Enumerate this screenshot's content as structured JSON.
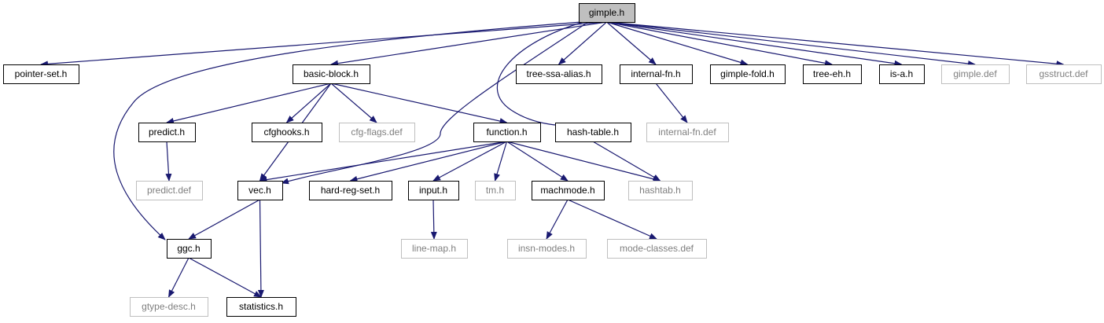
{
  "colors": {
    "edge": "#191970",
    "root_fill": "#bfbfbf",
    "node_border": "#000000",
    "ghost_border": "#bfbfbf",
    "ghost_text": "#7f7f7f"
  },
  "nodes": [
    {
      "id": "gimple_h",
      "label": "gimple.h",
      "style": "root"
    },
    {
      "id": "pointer_set_h",
      "label": "pointer-set.h",
      "style": "normal"
    },
    {
      "id": "basic_block_h",
      "label": "basic-block.h",
      "style": "normal"
    },
    {
      "id": "tree_ssa_alias_h",
      "label": "tree-ssa-alias.h",
      "style": "normal"
    },
    {
      "id": "internal_fn_h",
      "label": "internal-fn.h",
      "style": "normal"
    },
    {
      "id": "gimple_fold_h",
      "label": "gimple-fold.h",
      "style": "normal"
    },
    {
      "id": "tree_eh_h",
      "label": "tree-eh.h",
      "style": "normal"
    },
    {
      "id": "is_a_h",
      "label": "is-a.h",
      "style": "normal"
    },
    {
      "id": "gimple_def",
      "label": "gimple.def",
      "style": "ghost"
    },
    {
      "id": "gsstruct_def",
      "label": "gsstruct.def",
      "style": "ghost"
    },
    {
      "id": "predict_h",
      "label": "predict.h",
      "style": "normal"
    },
    {
      "id": "cfghooks_h",
      "label": "cfghooks.h",
      "style": "normal"
    },
    {
      "id": "cfg_flags_def",
      "label": "cfg-flags.def",
      "style": "ghost"
    },
    {
      "id": "function_h",
      "label": "function.h",
      "style": "normal"
    },
    {
      "id": "hash_table_h",
      "label": "hash-table.h",
      "style": "normal"
    },
    {
      "id": "internal_fn_def",
      "label": "internal-fn.def",
      "style": "ghost"
    },
    {
      "id": "predict_def",
      "label": "predict.def",
      "style": "ghost"
    },
    {
      "id": "vec_h",
      "label": "vec.h",
      "style": "normal"
    },
    {
      "id": "hard_reg_set_h",
      "label": "hard-reg-set.h",
      "style": "normal"
    },
    {
      "id": "input_h",
      "label": "input.h",
      "style": "normal"
    },
    {
      "id": "tm_h",
      "label": "tm.h",
      "style": "ghost"
    },
    {
      "id": "machmode_h",
      "label": "machmode.h",
      "style": "normal"
    },
    {
      "id": "hashtab_h",
      "label": "hashtab.h",
      "style": "ghost"
    },
    {
      "id": "ggc_h",
      "label": "ggc.h",
      "style": "normal"
    },
    {
      "id": "line_map_h",
      "label": "line-map.h",
      "style": "ghost"
    },
    {
      "id": "insn_modes_h",
      "label": "insn-modes.h",
      "style": "ghost"
    },
    {
      "id": "mode_classes_def",
      "label": "mode-classes.def",
      "style": "ghost"
    },
    {
      "id": "gtype_desc_h",
      "label": "gtype-desc.h",
      "style": "ghost"
    },
    {
      "id": "statistics_h",
      "label": "statistics.h",
      "style": "normal"
    }
  ],
  "edges": [
    [
      "gimple_h",
      "pointer_set_h"
    ],
    [
      "gimple_h",
      "basic_block_h"
    ],
    [
      "gimple_h",
      "tree_ssa_alias_h"
    ],
    [
      "gimple_h",
      "internal_fn_h"
    ],
    [
      "gimple_h",
      "gimple_fold_h"
    ],
    [
      "gimple_h",
      "tree_eh_h"
    ],
    [
      "gimple_h",
      "is_a_h"
    ],
    [
      "gimple_h",
      "gimple_def"
    ],
    [
      "gimple_h",
      "gsstruct_def"
    ],
    [
      "gimple_h",
      "hash_table_h"
    ],
    [
      "gimple_h",
      "vec_h"
    ],
    [
      "gimple_h",
      "ggc_h"
    ],
    [
      "basic_block_h",
      "predict_h"
    ],
    [
      "basic_block_h",
      "cfghooks_h"
    ],
    [
      "basic_block_h",
      "cfg_flags_def"
    ],
    [
      "basic_block_h",
      "function_h"
    ],
    [
      "basic_block_h",
      "vec_h"
    ],
    [
      "internal_fn_h",
      "internal_fn_def"
    ],
    [
      "predict_h",
      "predict_def"
    ],
    [
      "function_h",
      "vec_h"
    ],
    [
      "function_h",
      "hard_reg_set_h"
    ],
    [
      "function_h",
      "input_h"
    ],
    [
      "function_h",
      "tm_h"
    ],
    [
      "function_h",
      "machmode_h"
    ],
    [
      "function_h",
      "hashtab_h"
    ],
    [
      "hash_table_h",
      "hashtab_h"
    ],
    [
      "vec_h",
      "ggc_h"
    ],
    [
      "vec_h",
      "statistics_h"
    ],
    [
      "input_h",
      "line_map_h"
    ],
    [
      "machmode_h",
      "insn_modes_h"
    ],
    [
      "machmode_h",
      "mode_classes_def"
    ],
    [
      "ggc_h",
      "gtype_desc_h"
    ],
    [
      "ggc_h",
      "statistics_h"
    ]
  ]
}
